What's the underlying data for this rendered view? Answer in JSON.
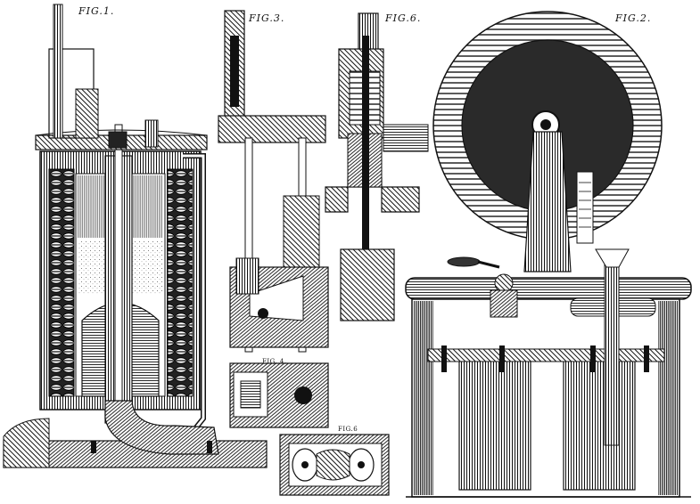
{
  "plate": {
    "background": "#ffffff",
    "ink": "#111111",
    "figures": {
      "fig1": {
        "label": "FIG.1."
      },
      "fig3": {
        "label": "FIG.3."
      },
      "fig6": {
        "label": "FIG.6."
      },
      "fig2": {
        "label": "FIG.2."
      },
      "fig4": {
        "label": "FIG. 4."
      },
      "fig5": {
        "label": "FIG.6"
      }
    }
  }
}
